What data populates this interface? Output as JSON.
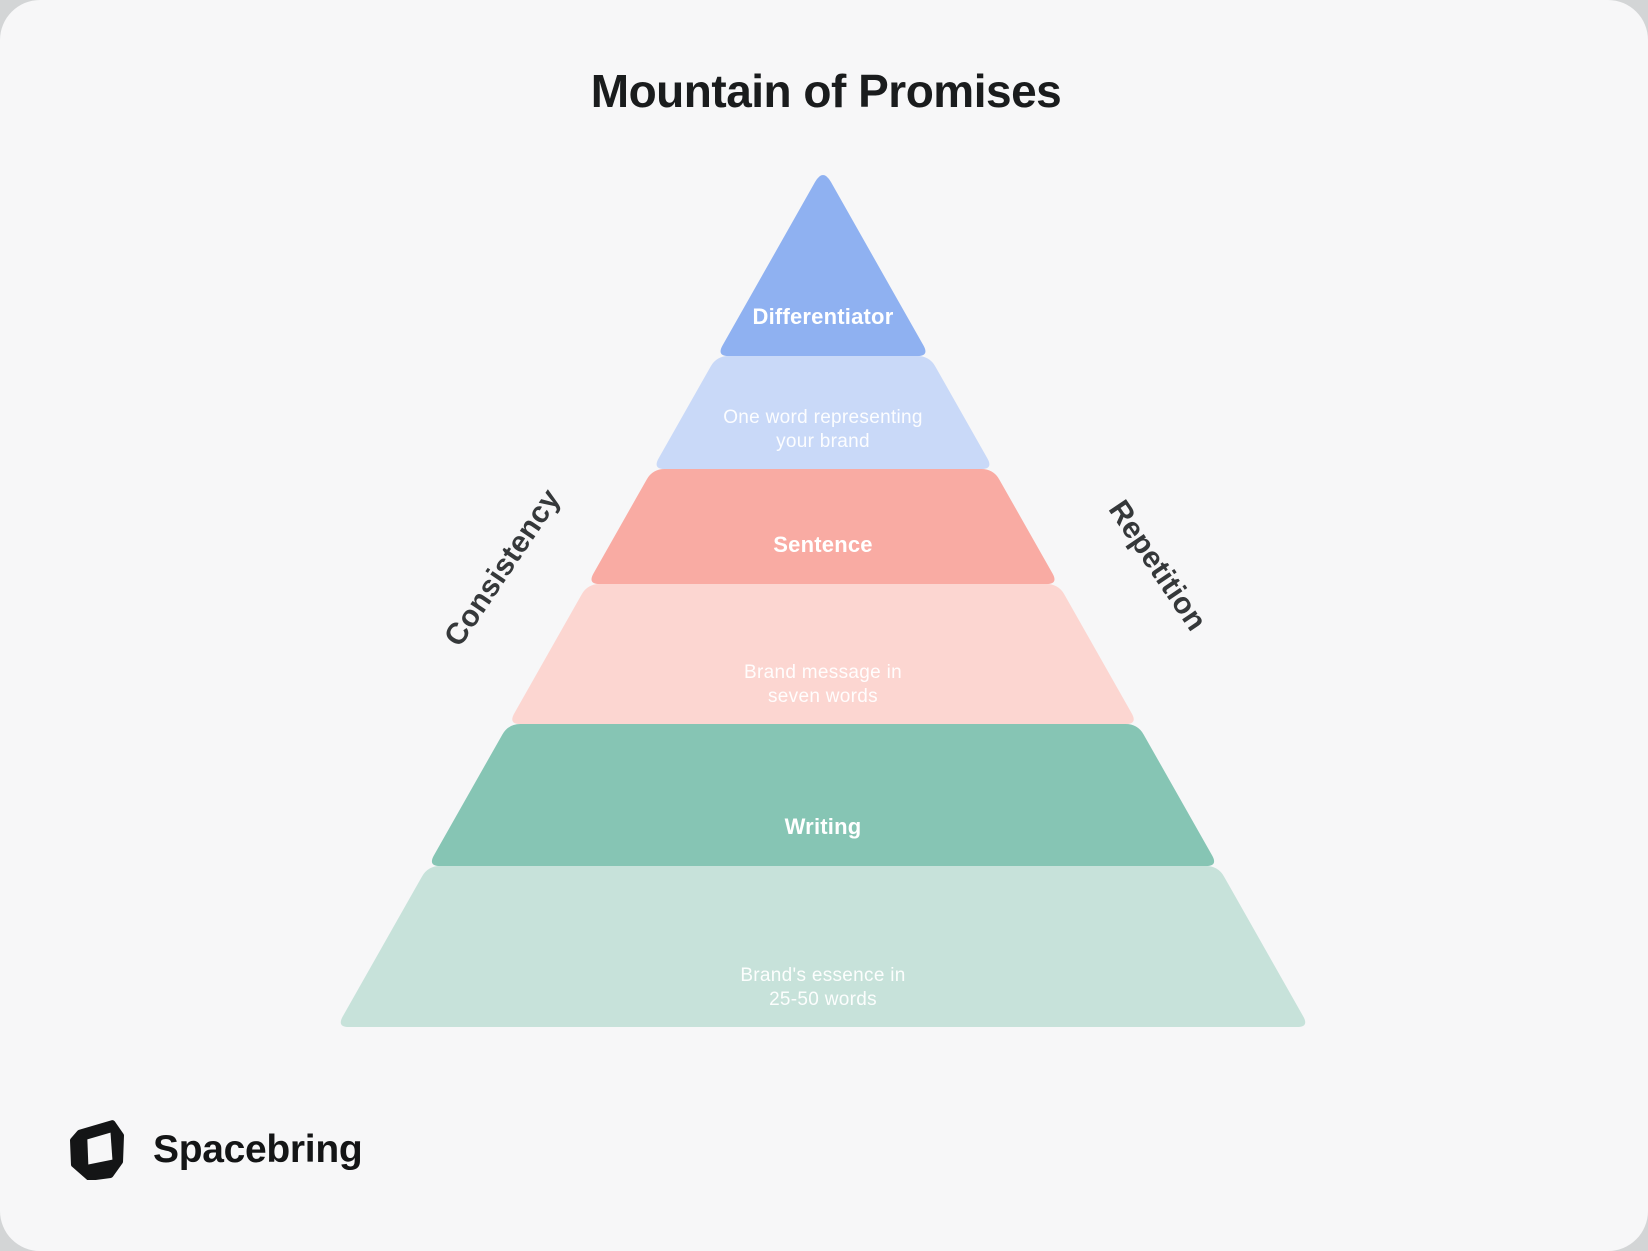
{
  "title": "Mountain of Promises",
  "side_labels": {
    "left": "Consistency",
    "right": "Repetition"
  },
  "pyramid": {
    "layers": [
      {
        "name": "differentiator",
        "lines": [
          "Differentiator"
        ],
        "emphasis": "primary",
        "color": "#8fb1f1"
      },
      {
        "name": "one-word",
        "lines": [
          "One word representing",
          "your brand"
        ],
        "emphasis": "secondary",
        "color": "#c9d9f8"
      },
      {
        "name": "sentence",
        "lines": [
          "Sentence"
        ],
        "emphasis": "primary",
        "color": "#f9aba3"
      },
      {
        "name": "brand-message",
        "lines": [
          "Brand message in",
          "seven words"
        ],
        "emphasis": "secondary",
        "color": "#fcd6d1"
      },
      {
        "name": "writing",
        "lines": [
          "Writing"
        ],
        "emphasis": "primary",
        "color": "#86c5b4"
      },
      {
        "name": "brand-essence",
        "lines": [
          "Brand's essence in",
          "25-50 words"
        ],
        "emphasis": "secondary",
        "color": "#c7e2da"
      }
    ]
  },
  "footer": {
    "brand_name": "Spacebring",
    "logo_icon": "spacebring-cube-logo"
  },
  "colors": {
    "outer_background": "#d3d5d6",
    "card_background": "#f7f7f8",
    "title_text": "#1a1c1d",
    "side_label_text": "#35383a",
    "layer_text": "#ffffff",
    "logo": "#141516"
  }
}
